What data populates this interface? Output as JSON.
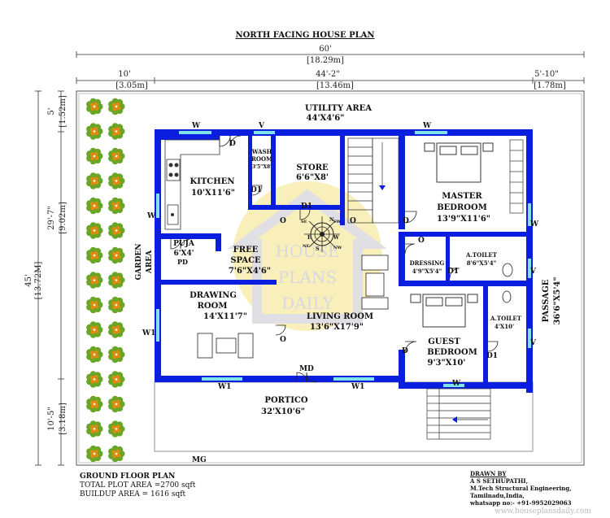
{
  "title": "NORTH FACING HOUSE PLAN",
  "dimensions": {
    "overall_width": "60'",
    "overall_width_m": "[18.29m]",
    "left_width": "10'",
    "left_width_m": "[3.05m]",
    "center_width": "44'-2\"",
    "center_width_m": "[13.46m]",
    "right_width": "5'-10\"",
    "right_width_m": "[1.78m]",
    "overall_depth": "45'",
    "overall_depth_m": "[13.72M]",
    "top_depth": "5'",
    "top_depth_m": "[1.52m]",
    "mid_depth": "29'-7\"",
    "mid_depth_m": "[9.02m]",
    "bottom_depth": "10'-5\"",
    "bottom_depth_m": "[3.18m]"
  },
  "rooms": {
    "utility": {
      "name": "UTILITY AREA",
      "size": "44'X4'6\""
    },
    "kitchen": {
      "name": "KITCHEN",
      "size": "10'X11'6\""
    },
    "wash_room": {
      "name1": "WASH",
      "name2": "ROOM",
      "size": "3'5\"X8'"
    },
    "store": {
      "name": "STORE",
      "size": "6'6\"X8'"
    },
    "master_bedroom": {
      "name1": "MASTER",
      "name2": "BEDROOM",
      "size": "13'9\"X11'6\""
    },
    "puja": {
      "name": "PUJA",
      "size": "6'X4'"
    },
    "free_space": {
      "name1": "FREE",
      "name2": "SPACE",
      "size": "7'6\"X4'6\""
    },
    "dressing": {
      "name": "DRESSING",
      "size": "4'9\"X5'4\""
    },
    "a_toilet_1": {
      "name": "A.TOILET",
      "size": "8'6\"X5'4\""
    },
    "drawing_room": {
      "name1": "DRAWING",
      "name2": "ROOM",
      "size": "14'X11'7\""
    },
    "living_room": {
      "name": "LIVING ROOM",
      "size": "13'6\"X17'9\""
    },
    "guest_bedroom": {
      "name1": "GUEST",
      "name2": "BEDROOM",
      "size": "9'3\"X10'"
    },
    "a_toilet_2": {
      "name": "A.TOILET",
      "size": "4'X10'"
    },
    "portico": {
      "name": "PORTICO",
      "size": "32'X10'6\""
    },
    "garden": {
      "name1": "GARDEN",
      "name2": "AREA"
    },
    "passage": {
      "name": "PASSAGE",
      "size": "36'6\"X5'4\""
    }
  },
  "tags": {
    "w": "W",
    "w1": "W1",
    "v": "V",
    "d": "D",
    "d1": "D1",
    "o": "O",
    "md": "MD",
    "mg": "MG",
    "pd": "PD"
  },
  "compass": {
    "n": "N",
    "s": "S",
    "e": "E",
    "w": "W",
    "ne": "NE",
    "nw": "NW",
    "se": "SE",
    "sw": "SW"
  },
  "watermark": {
    "line1": "HOUSE",
    "line2": "PLANS",
    "line3": "DAILY"
  },
  "footer": {
    "plan_title": "GROUND FLOOR PLAN",
    "plot_area": "TOTAL PLOT AREA =2700 sqft",
    "buildup_area": "BUILDUP AREA = 1616 sqft",
    "drawn_by": "DRAWN BY",
    "author": "A S SETHUPATHI,",
    "qualification": "M.Tech Structural Engineering,",
    "location": "Tamilnadu,India,",
    "whatsapp": "whatsapp no:- +91-9952029063",
    "website": "www.houseplansdaily.com"
  },
  "colors": {
    "wall": "#0a1ee0",
    "window": "#7fe3e8",
    "tree_leaf": "#6aa626",
    "tree_flower": "#e08a10",
    "watermark": "#f3dc6a"
  }
}
